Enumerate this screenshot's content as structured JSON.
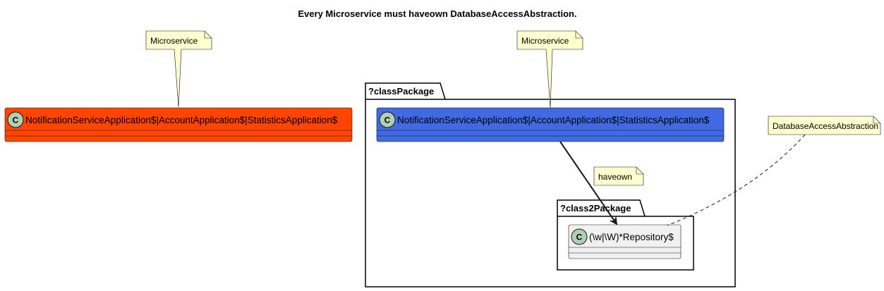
{
  "title": "Every Microservice must haveown DatabaseAccessAbstraction.",
  "colors": {
    "orange_class": "#ff4500",
    "blue_class": "#4169e1",
    "repo_class": "#f1f1f1",
    "note_fill": "#fefece",
    "class_badge": "#add1b2"
  },
  "left_class": {
    "stereotype_badge": "C",
    "name": "NotificationServiceApplication$|AccountApplication$|StatisticsApplication$",
    "note": "Microservice"
  },
  "class_package": {
    "label": "?classPackage",
    "class": {
      "stereotype_badge": "C",
      "name": "NotificationServiceApplication$|AccountApplication$|StatisticsApplication$",
      "note": "Microservice"
    },
    "relation_label": "haveown",
    "class2_package": {
      "label": "?class2Package",
      "class": {
        "stereotype_badge": "C",
        "name": "(\\w|\\W)*Repository$",
        "note": "DatabaseAccessAbstraction"
      }
    }
  }
}
